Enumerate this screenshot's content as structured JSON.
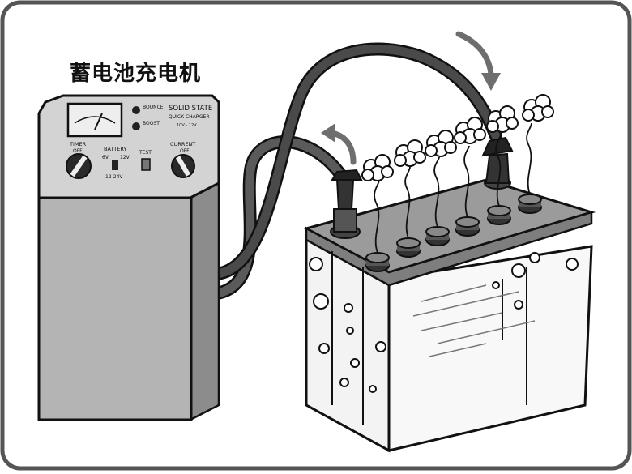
{
  "diagram": {
    "title": "蓄电池充电机",
    "charger": {
      "brand_line1": "SOLID STATE",
      "brand_line2": "QUICK CHARGER",
      "model": "10V - 12V",
      "indicator_top": "BOUNCE",
      "indicator_bottom": "BOOST",
      "timer_label": "TIMER",
      "timer_off": "OFF",
      "battery_label": "BATTERY",
      "battery_6v": "6V",
      "battery_12v": "12V",
      "battery_range": "12-24V",
      "test_label": "TEST",
      "current_label": "CURRENT",
      "current_off": "OFF"
    },
    "colors": {
      "outline": "#111111",
      "charger_body": "#b4b4b4",
      "charger_panel": "#d3d3d3",
      "battery_lid": "#9b9b9b",
      "battery_case": "#f4f4f4",
      "cable": "#505050",
      "arrow": "#6e6e6e",
      "bubble": "#ffffff"
    }
  }
}
